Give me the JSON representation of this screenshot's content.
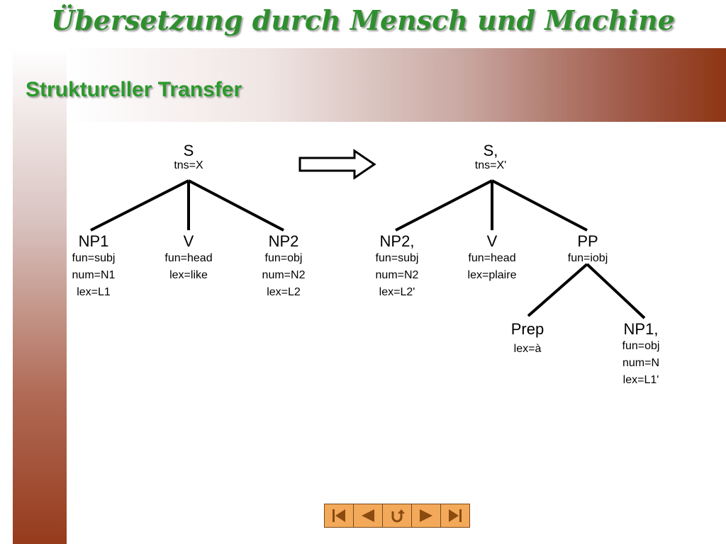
{
  "slide": {
    "title": "Übersetzung durch Mensch und Machine",
    "subtitle": "Struktureller Transfer"
  },
  "source_tree": {
    "root": {
      "label": "S",
      "features": [
        "tns=X"
      ]
    },
    "children": [
      {
        "label": "NP1",
        "features": [
          "fun=subj",
          "num=N1",
          "lex=L1"
        ]
      },
      {
        "label": "V",
        "features": [
          "fun=head",
          "lex=like"
        ]
      },
      {
        "label": "NP2",
        "features": [
          "fun=obj",
          "num=N2",
          "lex=L2"
        ]
      }
    ]
  },
  "target_tree": {
    "root": {
      "label": "S,",
      "features": [
        "tns=X'"
      ]
    },
    "children": [
      {
        "label": "NP2,",
        "features": [
          "fun=subj",
          "num=N2",
          "lex=L2'"
        ]
      },
      {
        "label": "V",
        "features": [
          "fun=head",
          "lex=plaire"
        ]
      },
      {
        "label": "PP",
        "features": [
          "fun=iobj"
        ]
      }
    ],
    "pp_children": [
      {
        "label": "Prep",
        "features": [
          "lex=à"
        ]
      },
      {
        "label": "NP1,",
        "features": [
          "fun=obj",
          "num=N",
          "lex=L1'"
        ]
      }
    ]
  },
  "navigation": {
    "buttons": [
      "first-icon",
      "previous-icon",
      "return-icon",
      "next-icon",
      "last-icon"
    ],
    "button_color": "#f3a95a",
    "icon_color": "#8a4a10"
  },
  "colors": {
    "title_green": "#2f8f2f",
    "header_gradient_end": "#8e3514"
  }
}
